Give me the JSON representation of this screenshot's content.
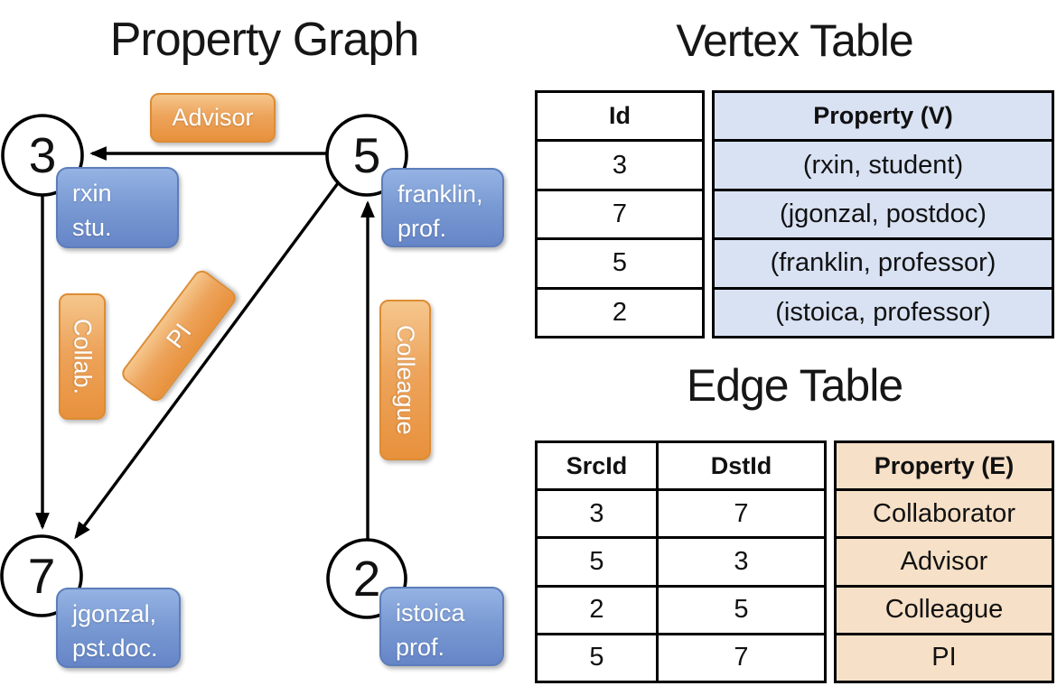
{
  "graph": {
    "title": "Property Graph",
    "nodes": [
      {
        "id": "3",
        "property": [
          "rxin",
          "stu."
        ]
      },
      {
        "id": "5",
        "property": [
          "franklin,",
          "prof."
        ]
      },
      {
        "id": "7",
        "property": [
          "jgonzal,",
          "pst.doc."
        ]
      },
      {
        "id": "2",
        "property": [
          "istoica",
          "prof."
        ]
      }
    ],
    "edge_labels": {
      "advisor": "Advisor",
      "collab": "Collab.",
      "pi": "PI",
      "colleague": "Colleague"
    }
  },
  "vertex_table": {
    "title": "Vertex Table",
    "headers": {
      "id": "Id",
      "property": "Property (V)"
    },
    "rows": [
      {
        "id": "3",
        "property": "(rxin, student)"
      },
      {
        "id": "7",
        "property": "(jgonzal, postdoc)"
      },
      {
        "id": "5",
        "property": "(franklin, professor)"
      },
      {
        "id": "2",
        "property": "(istoica, professor)"
      }
    ]
  },
  "edge_table": {
    "title": "Edge Table",
    "headers": {
      "src": "SrcId",
      "dst": "DstId",
      "property": "Property (E)"
    },
    "rows": [
      {
        "src": "3",
        "dst": "7",
        "property": "Collaborator"
      },
      {
        "src": "5",
        "dst": "3",
        "property": "Advisor"
      },
      {
        "src": "2",
        "dst": "5",
        "property": "Colleague"
      },
      {
        "src": "5",
        "dst": "7",
        "property": "PI"
      }
    ]
  },
  "colors": {
    "edge_label_orange": "#EE9A47",
    "vertex_box_blue": "#7B9BD4",
    "vertex_table_fill": "#D9E2F3",
    "edge_table_fill": "#F6E0C7",
    "line_black": "#000000"
  }
}
